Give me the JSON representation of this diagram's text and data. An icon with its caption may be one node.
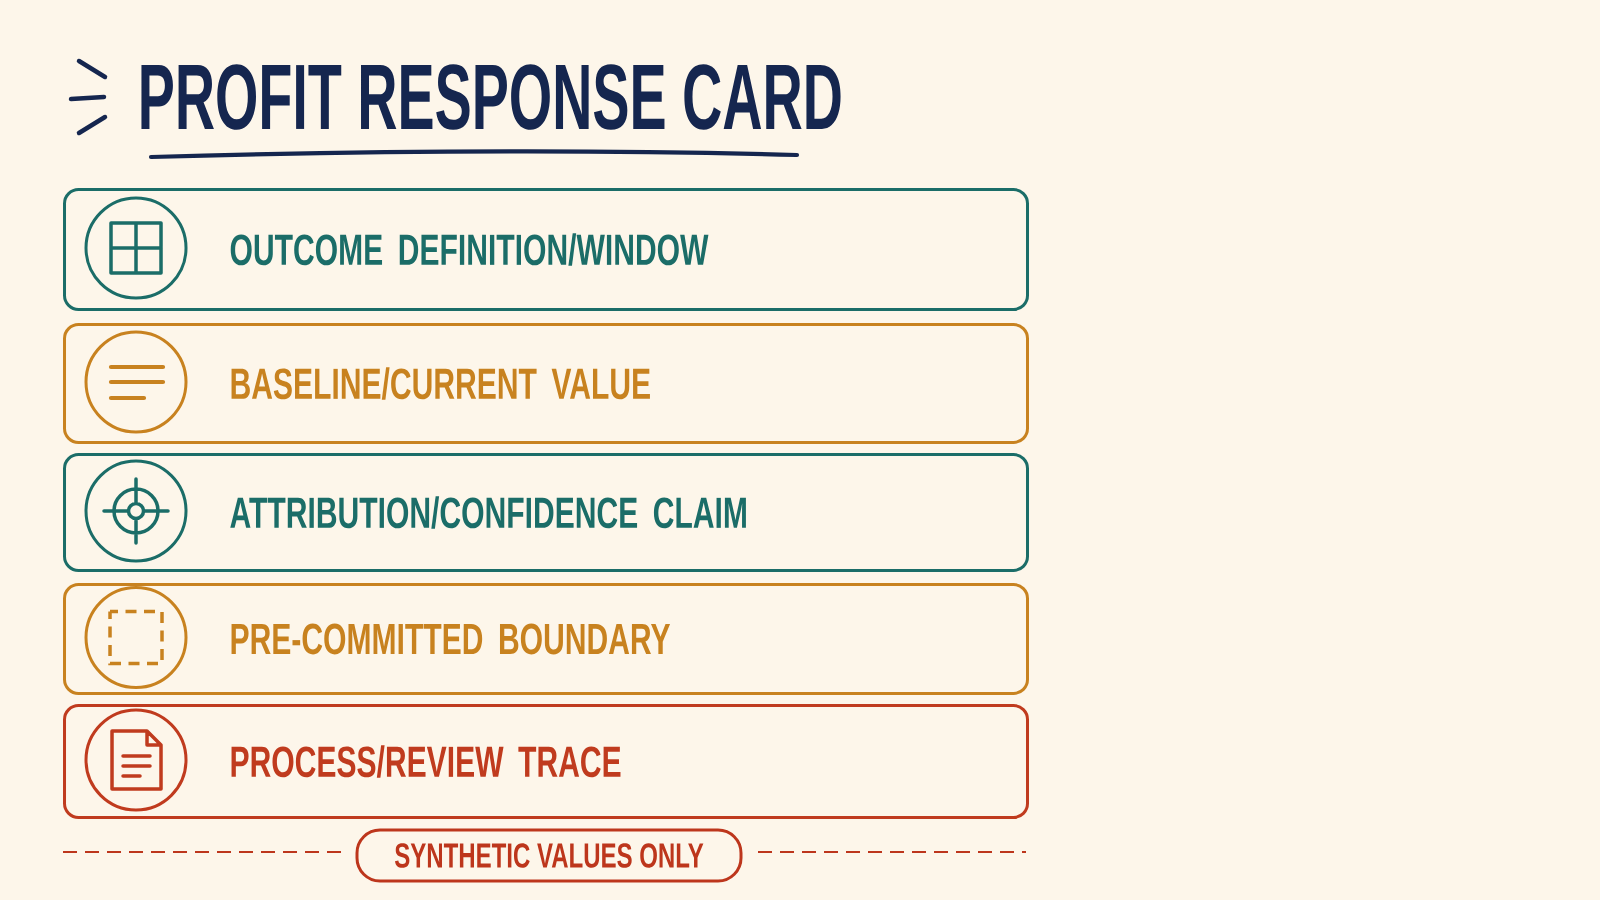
{
  "diagram": {
    "title": "PROFIT RESPONSE CARD",
    "nodes": [
      {
        "text": [
          "OUTCOME DEFINITION/WINDOW"
        ]
      },
      {
        "text": [
          "BASELINE/CURRENT VALUE"
        ]
      },
      {
        "text": [
          "ATTRIBUTION/CONFIDENCE CLAIM"
        ]
      },
      {
        "text": [
          "PRE-COMMITTED BOUNDARY"
        ]
      },
      {
        "text": [
          "PROCESS/REVIEW TRACE"
        ]
      },
      {
        "text": [
          "SYNTHETIC VALUES ONLY"
        ]
      }
    ]
  }
}
